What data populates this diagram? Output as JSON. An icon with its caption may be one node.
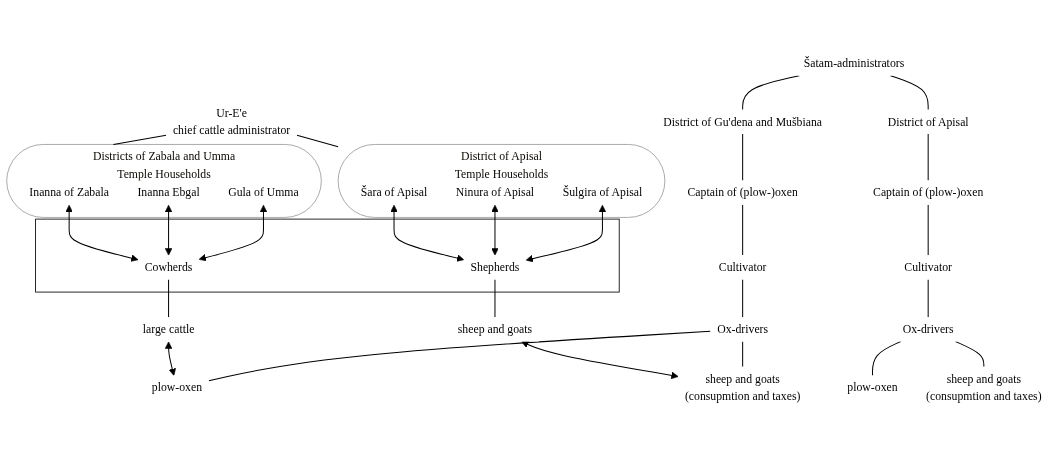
{
  "diagram": {
    "nodes": [
      {
        "text": [
          "Ur-E'e",
          "chief cattle administrator"
        ]
      },
      {
        "text": [
          "District of Apisal",
          "Temple Households"
        ]
      },
      {
        "text": [
          "Šara of Apisal"
        ],
        "in": 1
      },
      {
        "text": [
          "Ninura of Apisal"
        ],
        "in": 1
      },
      {
        "text": [
          "Šulgira of Apisal"
        ],
        "in": 1
      },
      {
        "text": [
          "Districts of Zabala and Umma",
          "Temple Households"
        ]
      },
      {
        "text": [
          "Inanna of Zabala"
        ],
        "in": 5
      },
      {
        "text": [
          "Inanna Ebgal"
        ],
        "in": 5
      },
      {
        "text": [
          "Gula of Umma"
        ],
        "in": 5
      },
      {
        "text": [],
        "shape": "box"
      },
      {
        "text": [
          "Shepherds"
        ],
        "in": 9
      },
      {
        "text": [
          "Cowherds"
        ],
        "in": 9
      },
      {
        "text": [
          "sheep and goats"
        ]
      },
      {
        "text": [
          "large cattle"
        ]
      },
      {
        "text": [
          "Šatam-administrators"
        ]
      },
      {
        "text": [
          "District of Gu'dena and Mušbiana"
        ]
      },
      {
        "text": [
          "District of Apisal"
        ]
      },
      {
        "text": [
          "Captain of (plow-)oxen"
        ]
      },
      {
        "text": [
          "Captain of (plow-)oxen"
        ]
      },
      {
        "text": [
          "Cultivator"
        ]
      },
      {
        "text": [
          "Cultivator"
        ]
      },
      {
        "text": [
          "Ox-drivers"
        ]
      },
      {
        "text": [
          "Ox-drivers"
        ]
      },
      {
        "text": [
          "plow-oxen"
        ]
      },
      {
        "text": [
          "sheep and goats",
          "(consupmtion and taxes)"
        ]
      },
      {
        "text": [
          "plow-oxen"
        ]
      },
      {
        "text": [
          "sheep and goats",
          "(consupmtion and taxes)"
        ]
      }
    ],
    "edges": [
      {
        "from": 0,
        "to": 1,
        "arrow": "none"
      },
      {
        "from": 0,
        "to": 5,
        "arrow": "none"
      },
      {
        "from": 2,
        "to": 10,
        "arrow": "both"
      },
      {
        "from": 3,
        "to": 10,
        "arrow": "both"
      },
      {
        "from": 4,
        "to": 10,
        "arrow": "both"
      },
      {
        "from": 6,
        "to": 11,
        "arrow": "both"
      },
      {
        "from": 7,
        "to": 11,
        "arrow": "both"
      },
      {
        "from": 8,
        "to": 11,
        "arrow": "both"
      },
      {
        "from": 10,
        "to": 12,
        "arrow": "none"
      },
      {
        "from": 11,
        "to": 13,
        "arrow": "none"
      },
      {
        "from": 13,
        "to": 23,
        "arrow": "both"
      },
      {
        "from": 12,
        "to": 24,
        "arrow": "both"
      },
      {
        "from": 14,
        "to": 15,
        "arrow": "none"
      },
      {
        "from": 14,
        "to": 16,
        "arrow": "none"
      },
      {
        "from": 15,
        "to": 17,
        "arrow": "none"
      },
      {
        "from": 16,
        "to": 18,
        "arrow": "none"
      },
      {
        "from": 17,
        "to": 19,
        "arrow": "none"
      },
      {
        "from": 18,
        "to": 20,
        "arrow": "none"
      },
      {
        "from": 19,
        "to": 21,
        "arrow": "none"
      },
      {
        "from": 20,
        "to": 22,
        "arrow": "none"
      },
      {
        "from": 21,
        "to": 23,
        "arrow": "none"
      },
      {
        "from": 21,
        "to": 24,
        "arrow": "none"
      },
      {
        "from": 22,
        "to": 25,
        "arrow": "none"
      },
      {
        "from": 22,
        "to": 26,
        "arrow": "none"
      }
    ]
  }
}
